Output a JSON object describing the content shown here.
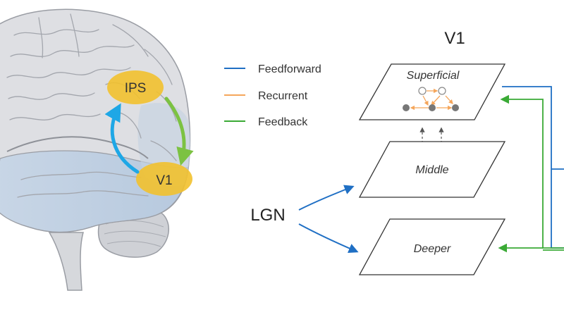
{
  "colors": {
    "feedforward": "#1f6fc4",
    "recurrent": "#f5a65b",
    "feedback": "#3aaa35",
    "region_fill": "#f2c12e",
    "cyan_arrow": "#1ea7e6",
    "green_arrow": "#7cc242",
    "brain_fill": "#dedfe3",
    "brain_line": "#9a9da4",
    "cerebellum_fill": "#cfd1d6",
    "layer_stroke": "#333333"
  },
  "brain": {
    "regions": [
      {
        "id": "ips",
        "label": "IPS"
      },
      {
        "id": "v1",
        "label": "V1"
      }
    ]
  },
  "legend": {
    "items": [
      {
        "label": "Feedforward",
        "color_key": "feedforward"
      },
      {
        "label": "Recurrent",
        "color_key": "recurrent"
      },
      {
        "label": "Feedback",
        "color_key": "feedback"
      }
    ]
  },
  "v1_diagram": {
    "title": "V1",
    "input_label": "LGN",
    "layers": [
      {
        "id": "superficial",
        "label": "Superficial"
      },
      {
        "id": "middle",
        "label": "Middle"
      },
      {
        "id": "deeper",
        "label": "Deeper"
      }
    ]
  }
}
